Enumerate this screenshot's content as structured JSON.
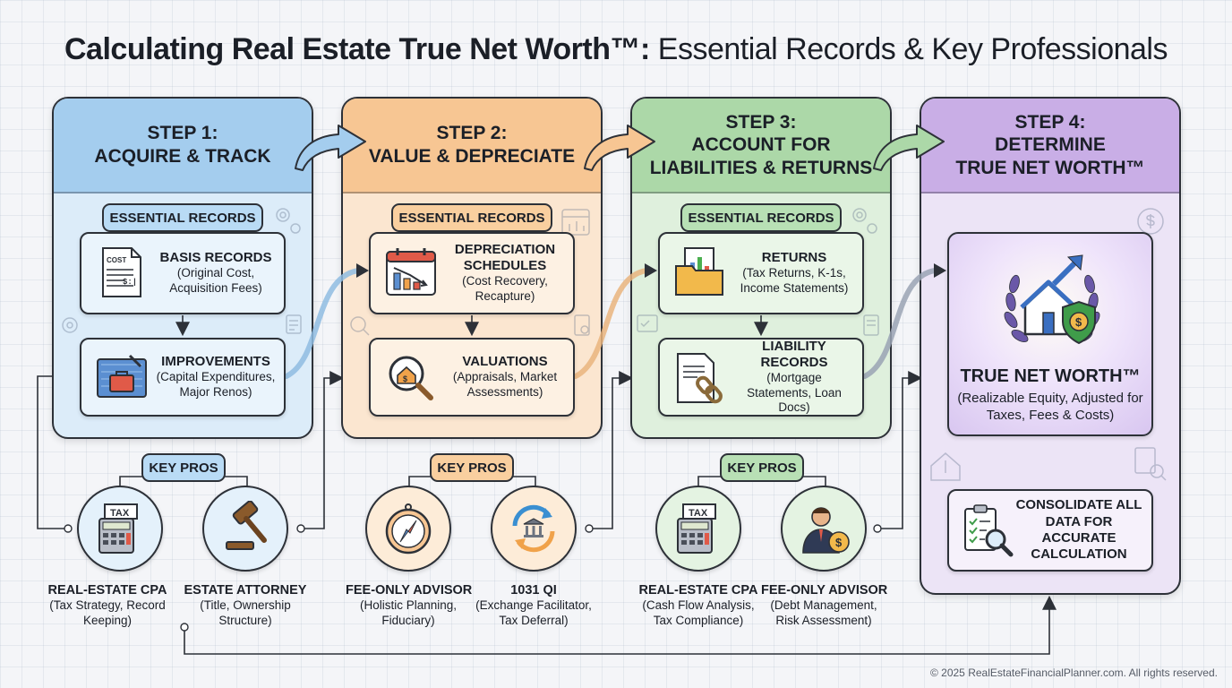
{
  "title": {
    "bold": "Calculating Real Estate True Net Worth™:",
    "light": " Essential Records & Key Professionals"
  },
  "steps": [
    {
      "line1": "STEP 1:",
      "line2": "ACQUIRE & TRACK",
      "line3": "",
      "records_tag": "ESSENTIAL RECORDS",
      "records": [
        {
          "title": "BASIS RECORDS",
          "sub": "(Original Cost, Acquisition Fees)",
          "icon": "cost-document-icon"
        },
        {
          "title": "IMPROVEMENTS",
          "sub": "(Capital Expenditures, Major Renos)",
          "icon": "blueprint-toolbox-icon"
        }
      ],
      "pros_tag": "KEY PROS",
      "pros": [
        {
          "name": "REAL-ESTATE CPA",
          "desc": "(Tax Strategy, Record Keeping)",
          "icon": "tax-calculator-icon"
        },
        {
          "name": "ESTATE ATTORNEY",
          "desc": "(Title, Ownership Structure)",
          "icon": "gavel-icon"
        }
      ]
    },
    {
      "line1": "STEP 2:",
      "line2": "VALUE & DEPRECIATE",
      "line3": "",
      "records_tag": "ESSENTIAL RECORDS",
      "records": [
        {
          "title": "DEPRECIATION SCHEDULES",
          "sub": "(Cost Recovery, Recapture)",
          "icon": "calendar-chart-icon"
        },
        {
          "title": "VALUATIONS",
          "sub": "(Appraisals, Market Assessments)",
          "icon": "house-magnifier-icon"
        }
      ],
      "pros_tag": "KEY PROS",
      "pros": [
        {
          "name": "FEE-ONLY ADVISOR",
          "desc": "(Holistic Planning, Fiduciary)",
          "icon": "compass-icon"
        },
        {
          "name": "1031 QI",
          "desc": "(Exchange Facilitator, Tax Deferral)",
          "icon": "exchange-bank-icon"
        }
      ]
    },
    {
      "line1": "STEP 3:",
      "line2": "ACCOUNT FOR",
      "line3": "LIABILITIES & RETURNS",
      "records_tag": "ESSENTIAL RECORDS",
      "records": [
        {
          "title": "RETURNS",
          "sub": "(Tax Returns, K-1s, Income Statements)",
          "icon": "folder-chart-icon"
        },
        {
          "title": "LIABILITY RECORDS",
          "sub": "(Mortgage Statements, Loan Docs)",
          "icon": "document-chain-icon"
        }
      ],
      "pros_tag": "KEY PROS",
      "pros": [
        {
          "name": "REAL-ESTATE CPA",
          "desc": "(Cash Flow Analysis, Tax Compliance)",
          "icon": "tax-calculator-icon"
        },
        {
          "name": "FEE-ONLY ADVISOR",
          "desc": "(Debt Management, Risk Assessment)",
          "icon": "advisor-person-icon"
        }
      ]
    }
  ],
  "step4": {
    "line1": "STEP 4:",
    "line2": "DETERMINE",
    "line3": "TRUE NET WORTH™",
    "result_title": "TRUE NET WORTH™",
    "result_sub": "(Realizable Equity, Adjusted for Taxes, Fees & Costs)",
    "result_icon": "house-laurel-shield-icon",
    "consolidate": "CONSOLIDATE ALL DATA FOR ACCURATE CALCULATION",
    "consolidate_icon": "checklist-magnifier-icon"
  },
  "colors": {
    "step1": "#a4cdee",
    "step2": "#f7c693",
    "step3": "#acd8a8",
    "step4": "#c9aee6",
    "outline": "#2d3138"
  },
  "copyright": "© 2025 RealEstateFinancialPlanner.com. All rights reserved."
}
